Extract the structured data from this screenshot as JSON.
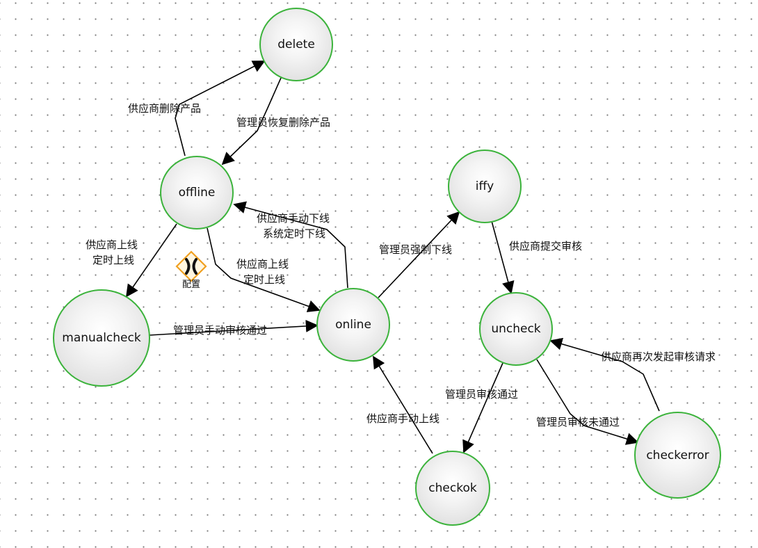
{
  "nodes": {
    "delete": "delete",
    "offline": "offline",
    "manualcheck": "manualcheck",
    "online": "online",
    "iffy": "iffy",
    "uncheck": "uncheck",
    "checkok": "checkok",
    "checkerror": "checkerror"
  },
  "edges": {
    "offline_to_delete": "供应商删除产品",
    "delete_to_offline": "管理员恢复删除产品",
    "online_to_offline_1": "供应商手动下线",
    "online_to_offline_2": "系统定时下线",
    "offline_to_manualcheck_1": "供应商上线",
    "offline_to_manualcheck_2": "定时上线",
    "offline_to_online_1": "供应商上线",
    "offline_to_online_2": "定时上线",
    "manualcheck_to_online": "管理员手动审核通过",
    "online_to_iffy": "管理员强制下线",
    "iffy_to_uncheck": "供应商提交审核",
    "checkerror_to_uncheck": "供应商再次发起审核请求",
    "uncheck_to_checkok": "管理员审核通过",
    "uncheck_to_checkerror": "管理员审核未通过",
    "checkok_to_online": "供应商手动上线"
  },
  "config": {
    "label": "配置",
    "icon": "gateway-x-icon"
  },
  "colors": {
    "node_border": "#3bb33b",
    "gateway_border": "#f0a020",
    "edge": "#000000"
  }
}
